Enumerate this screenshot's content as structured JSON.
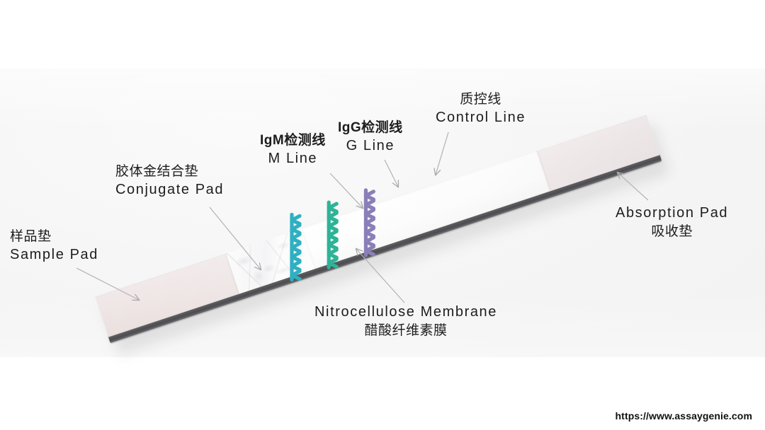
{
  "image": {
    "kind": "annotated-photo",
    "subject": "lateral flow immunoassay test strip (IgG/IgM rapid test)",
    "background_color": "#ffffff",
    "photo_band_color": "#f4f4f4"
  },
  "annotations": [
    {
      "id": "sample-pad",
      "chinese": "样品垫",
      "english": "Sample Pad",
      "bold_chinese": false,
      "order": "cn-then-en",
      "align": "left"
    },
    {
      "id": "conjugate-pad",
      "chinese": "胶体金结合垫",
      "english": "Conjugate Pad",
      "bold_chinese": false,
      "order": "cn-then-en",
      "align": "left"
    },
    {
      "id": "m-line",
      "chinese": "IgM检测线",
      "english": "M Line",
      "bold_chinese": true,
      "order": "cn-then-en",
      "align": "center"
    },
    {
      "id": "g-line",
      "chinese": "IgG检测线",
      "english": "G Line",
      "bold_chinese": true,
      "order": "cn-then-en",
      "align": "center"
    },
    {
      "id": "control-line",
      "chinese": "质控线",
      "english": "Control Line",
      "bold_chinese": false,
      "order": "cn-then-en",
      "align": "center"
    },
    {
      "id": "nitrocellulose-membrane",
      "chinese": "醋酸纤维素膜",
      "english": "Nitrocellulose Membrane",
      "bold_chinese": false,
      "order": "en-then-cn",
      "align": "center"
    },
    {
      "id": "absorption-pad",
      "chinese": "吸收垫",
      "english": "Absorption Pad",
      "bold_chinese": false,
      "order": "en-then-cn",
      "align": "center"
    }
  ],
  "strip_segments": [
    {
      "id": "sample-pad",
      "label": "Sample Pad",
      "color": "#ece1e1"
    },
    {
      "id": "conjugate-pad",
      "label": "Conjugate Pad",
      "color": "#fbfbfb"
    },
    {
      "id": "nitrocellulose",
      "label": "Nitrocellulose Membrane",
      "color": "#ffffff"
    },
    {
      "id": "absorption-pad",
      "label": "Absorption Pad",
      "color": "#efe5e5"
    }
  ],
  "antibody_lines": [
    {
      "id": "m-line",
      "label": "M Line",
      "color": "#2eb0c2",
      "units": 8
    },
    {
      "id": "g-line",
      "label": "G Line",
      "color": "#2eb396",
      "units": 8
    },
    {
      "id": "control-line",
      "label": "Control Line",
      "color": "#8b7fb8",
      "units": 8
    }
  ],
  "watermark": {
    "text": "https://www.assaygenie.com"
  }
}
